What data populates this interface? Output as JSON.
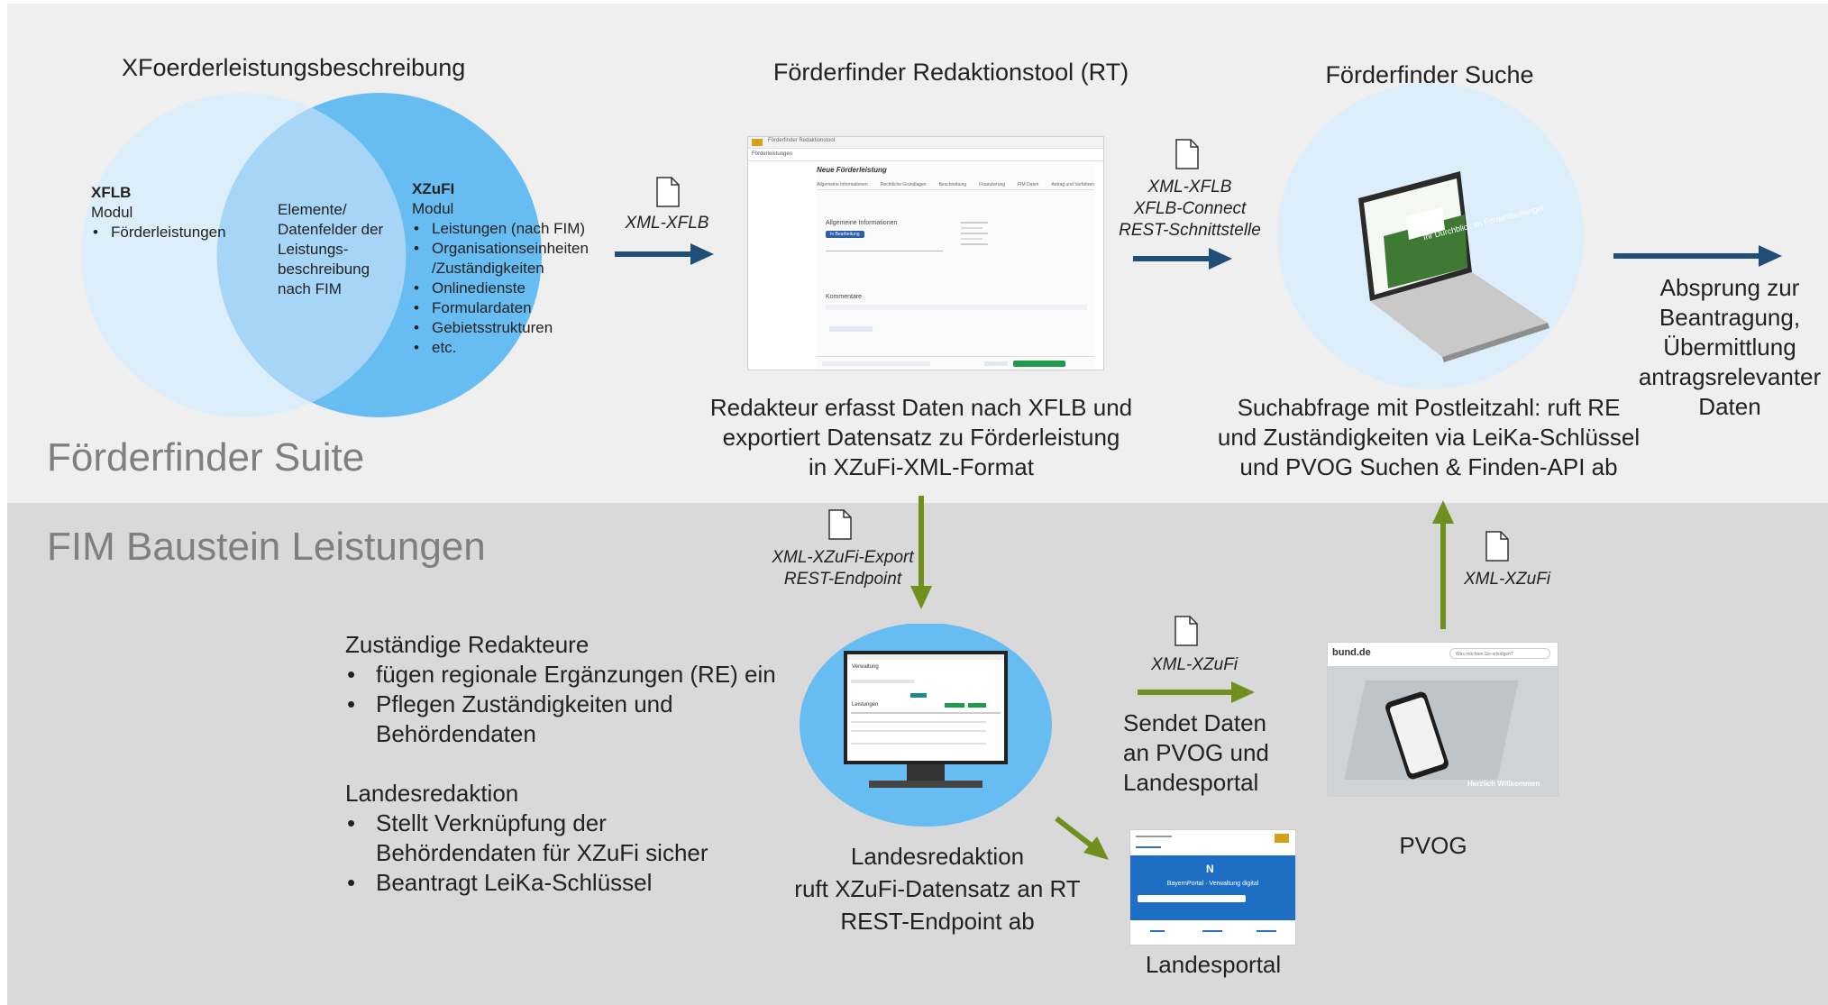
{
  "sections": {
    "suite": "Förderfinder Suite",
    "fim": "FIM Baustein Leistungen"
  },
  "venn": {
    "title": "XFoerderleistungsbeschreibung",
    "left_title": "XFLB",
    "left_sub": "Modul",
    "left_items": [
      "Förderleistungen"
    ],
    "overlap_lines": [
      "Elemente/",
      "Datenfelder der",
      "Leistungs-",
      "beschreibung",
      "nach FIM"
    ],
    "right_title": "XZuFI",
    "right_sub": "Modul",
    "right_items": [
      "Leistungen (nach FIM)",
      "Organisationseinheiten",
      "/Zuständigkeiten",
      "Onlinedienste",
      "Formulardaten",
      "Gebietsstrukturen",
      "etc."
    ]
  },
  "rt": {
    "title": "Förderfinder Redaktionstool (RT)",
    "desc_lines": [
      "Redakteur erfasst Daten nach XFLB und",
      "exportiert Datensatz zu Förderleistung",
      "in XZuFi-XML-Format"
    ],
    "screenshot": {
      "app_name": "Förderfinder Redaktionstool",
      "nav": "Förderleistungen",
      "heading": "Neue Förderleistung",
      "tabs": [
        "Allgemeine Informationen",
        "Rechtliche Grundlagen",
        "Beschreibung",
        "Finanzierung",
        "FIM Daten",
        "Antrag und Verfahren"
      ],
      "section": "Allgemeine Informationen",
      "badge": "In Bearbeitung",
      "comments": "Kommentare"
    }
  },
  "search": {
    "title": "Förderfinder Suche",
    "desc_lines": [
      "Suchabfrage mit Postleitzahl: ruft RE",
      "und Zuständigkeiten via LeiKa-Schlüssel",
      "und PVOG Suchen & Finden-API ab"
    ],
    "laptop_text": "Ihr Durchblick im Förderdschungel"
  },
  "absprung_lines": [
    "Absprung zur",
    "Beantragung,",
    "Übermittlung",
    "antragsrelevanter",
    "Daten"
  ],
  "labels": {
    "xml_xflb": "XML-XFLB",
    "connect_lines": [
      "XML-XFLB",
      "XFLB-Connect",
      "REST-Schnittstelle"
    ],
    "export_lines": [
      "XML-XZuFi-Export",
      "REST-Endpoint"
    ],
    "xml_xzufi_mid": "XML-XZuFi",
    "xml_xzufi_up": "XML-XZuFi"
  },
  "editors": {
    "group1_title": "Zuständige Redakteure",
    "group1_items": [
      [
        "fügen regionale Ergänzungen (RE) ein"
      ],
      [
        "Pflegen Zuständigkeiten und",
        "Behördendaten"
      ]
    ],
    "group2_title": "Landesredaktion",
    "group2_items": [
      [
        "Stellt Verknüpfung der",
        "Behördendaten für XZuFi sicher"
      ],
      [
        "Beantragt LeiKa-Schlüssel"
      ]
    ]
  },
  "landesredaktion": {
    "lines": [
      "Landesredaktion",
      "ruft XZuFi-Datensatz an RT",
      "REST-Endpoint ab"
    ],
    "screen_title": "Verwaltung",
    "screen_section": "Leistungen"
  },
  "sendet_lines": [
    "Sendet Daten",
    "an PVOG und",
    "Landesportal"
  ],
  "pvog": {
    "label": "PVOG",
    "logo": "bund.de",
    "search_placeholder": "Was möchten Sie erledigen?",
    "welcome": "Herzlich Willkommen"
  },
  "landesportal": {
    "label": "Landesportal",
    "banner": "BayernPortal · Verwaltung digital"
  },
  "colors": {
    "band_top": "#efefef",
    "band_bottom": "#d9d9d9",
    "venn_light": "#ddeefb",
    "venn_blue": "#67bdf2",
    "venn_overlap": "#a6d5f7",
    "arrow_blue": "#1f4e79",
    "arrow_green": "#6f8f1f"
  },
  "icons": [
    "document-icon",
    "laptop-icon",
    "monitor-icon"
  ]
}
